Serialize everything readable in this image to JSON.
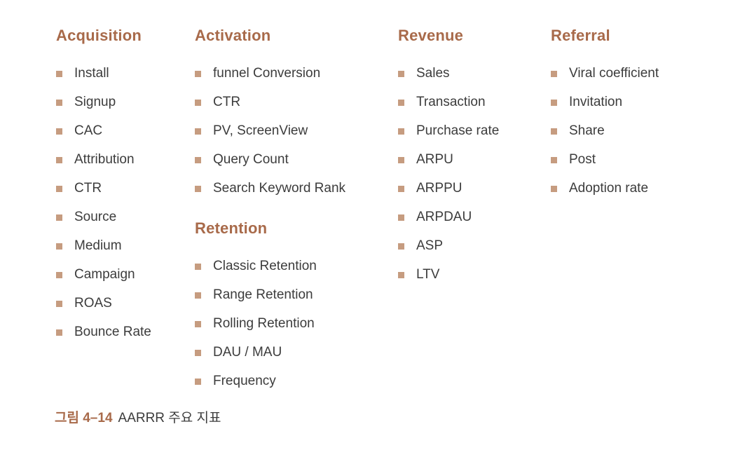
{
  "colors": {
    "accent": "#A86A4A",
    "bullet": "#C69C80",
    "text": "#3C3C3C",
    "background": "#FFFFFF"
  },
  "columns": [
    {
      "sections": [
        {
          "title": "Acquisition",
          "items": [
            "Install",
            "Signup",
            "CAC",
            "Attribution",
            "CTR",
            "Source",
            "Medium",
            "Campaign",
            "ROAS",
            "Bounce Rate"
          ]
        }
      ]
    },
    {
      "sections": [
        {
          "title": "Activation",
          "items": [
            "funnel Conversion",
            "CTR",
            "PV, ScreenView",
            "Query Count",
            "Search Keyword Rank"
          ]
        },
        {
          "title": "Retention",
          "items": [
            "Classic Retention",
            "Range Retention",
            "Rolling Retention",
            "DAU / MAU",
            "Frequency"
          ]
        }
      ]
    },
    {
      "sections": [
        {
          "title": "Revenue",
          "items": [
            "Sales",
            "Transaction",
            "Purchase rate",
            "ARPU",
            "ARPPU",
            "ARPDAU",
            "ASP",
            "LTV"
          ]
        }
      ]
    },
    {
      "sections": [
        {
          "title": "Referral",
          "items": [
            "Viral coefficient",
            "Invitation",
            "Share",
            "Post",
            "Adoption rate"
          ]
        }
      ]
    }
  ],
  "caption": {
    "label": "그림 4–14",
    "text": "AARRR 주요 지표"
  }
}
